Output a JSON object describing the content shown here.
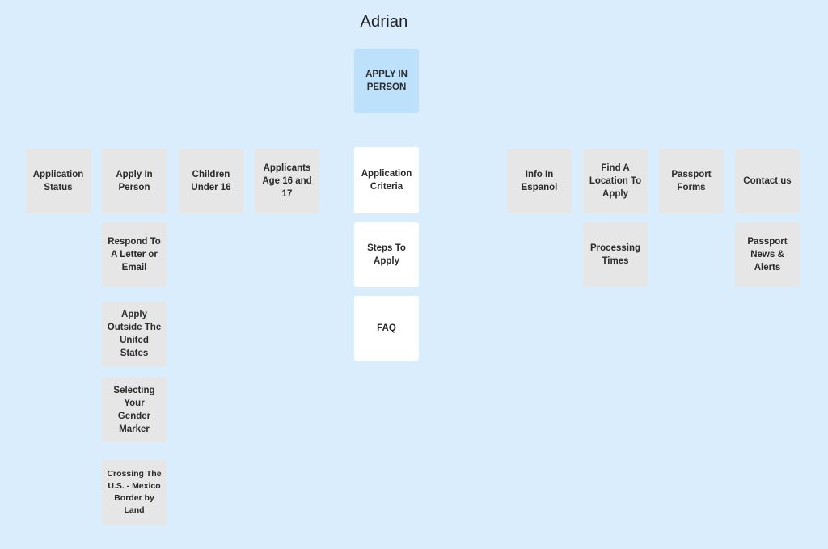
{
  "title": "Adrian",
  "root": {
    "label": "APPLY IN PERSON",
    "color": "#bde1fb"
  },
  "center_column": [
    {
      "label": "Application Criteria"
    },
    {
      "label": "Steps To Apply"
    },
    {
      "label": "FAQ"
    }
  ],
  "left_cards": {
    "application_status": "Application Status",
    "apply_in_person": "Apply In Person",
    "respond_letter": "Respond To A Letter or Email",
    "apply_outside": "Apply Outside The United States",
    "gender_marker": "Selecting Your Gender Marker",
    "crossing_border": "Crossing The U.S. - Mexico Border by Land",
    "children_under_16": "Children Under 16",
    "applicants_16_17": "Applicants Age 16 and 17"
  },
  "right_cards": {
    "info_espanol": "Info In Espanol",
    "find_location": "Find A Location To Apply",
    "processing_times": "Processing Times",
    "passport_forms": "Passport Forms",
    "contact_us": "Contact us",
    "news_alerts": "Passport News & Alerts"
  },
  "colors": {
    "background": "#d9edfc",
    "card_gray": "#e6e6e6",
    "card_white": "#ffffff"
  }
}
